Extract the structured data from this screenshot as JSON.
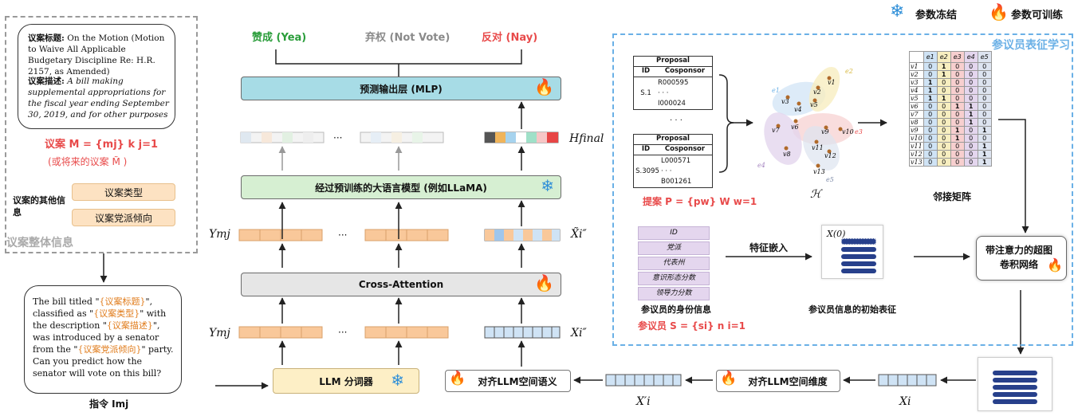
{
  "legend": {
    "frozen": "参数冻结",
    "trainable": "参数可训练"
  },
  "bill_panel": {
    "title_label": "议案标题:",
    "title_value": "On the Motion (Motion to Waive All Applicable Budgetary Discipline Re: H.R. 2157, as Amended)",
    "desc_label": "议案描述:",
    "desc_value": "A bill making supplemental appropriations for the fiscal year ending September 30, 2019, and for other purposes",
    "bill_set": "议案 M = {mj} k j=1",
    "future_bill": "(或将来的议案 M̃ )",
    "other_info": "议案的其他信息",
    "type_chip": "议案类型",
    "party_chip": "议案党派倾向",
    "caption": "议案整体信息"
  },
  "prompt": {
    "p1": "The bill titled \"",
    "ph1": "{议案标题}",
    "p2": "\", classified as \"",
    "ph2": "{议案类型}",
    "p3": "\" with the description \"",
    "ph3": "{议案描述}",
    "p4": "\", was introduced by a senator from the \"",
    "ph4": "{议案党派倾向}",
    "p5": "\" party. Can you predict how the senator will vote on this bill?",
    "caption": "指令 Imj"
  },
  "outputs": {
    "yea": "赞成 (Yea)",
    "notvote": "弃权 (Not Vote)",
    "nay": "反对 (Nay)"
  },
  "model": {
    "mlp": "预测输出层 (MLP)",
    "h_final": "Hfinal",
    "llm": "经过预训练的大语言模型 (例如LLaMA)",
    "cross_attention": "Cross-Attention",
    "y_mj_top": "Ymj",
    "y_mj_bottom": "Ymj",
    "x_tilde": "X̃i″",
    "x_dprime": "Xi″",
    "tokenizer": "LLM 分词器",
    "align_sem": "对齐LLM空间语义",
    "align_dim": "对齐LLM空间维度",
    "x_prime": "X′i",
    "x_i": "Xi",
    "x_out": "X",
    "dots": "···"
  },
  "legislator": {
    "title": "参议员表征学习",
    "proposal_table_1": {
      "header": "Proposal",
      "col_id": "ID",
      "col_cosponsor": "Cosponsor",
      "row_id": "S.1",
      "values": [
        "R000595",
        "· · ·",
        "I000024"
      ]
    },
    "proposal_table_2": {
      "header": "Proposal",
      "col_id": "ID",
      "col_cosponsor": "Cosponsor",
      "row_id": "S.3095",
      "values": [
        "L000571",
        "· · ·",
        "B001261"
      ]
    },
    "vdots": "· · ·",
    "proposals_label": "提案 P = {pw} W w=1",
    "hypergraph_label": "ℋ",
    "adjacency_label": "邻接矩阵",
    "adj_headers": [
      "e1",
      "e2",
      "e3",
      "e4",
      "e5"
    ],
    "adj_rows": [
      {
        "v": "v1",
        "vals": [
          "0",
          "1",
          "0",
          "0",
          "0"
        ]
      },
      {
        "v": "v2",
        "vals": [
          "0",
          "1",
          "0",
          "0",
          "0"
        ]
      },
      {
        "v": "v3",
        "vals": [
          "1",
          "0",
          "0",
          "0",
          "0"
        ]
      },
      {
        "v": "v4",
        "vals": [
          "1",
          "0",
          "0",
          "0",
          "0"
        ]
      },
      {
        "v": "v5",
        "vals": [
          "1",
          "1",
          "0",
          "0",
          "0"
        ]
      },
      {
        "v": "v6",
        "vals": [
          "0",
          "0",
          "1",
          "1",
          "0"
        ]
      },
      {
        "v": "v7",
        "vals": [
          "0",
          "0",
          "0",
          "1",
          "0"
        ]
      },
      {
        "v": "v8",
        "vals": [
          "0",
          "0",
          "0",
          "1",
          "0"
        ]
      },
      {
        "v": "v9",
        "vals": [
          "0",
          "0",
          "1",
          "0",
          "1"
        ]
      },
      {
        "v": "v10",
        "vals": [
          "0",
          "0",
          "1",
          "0",
          "0"
        ]
      },
      {
        "v": "v11",
        "vals": [
          "0",
          "0",
          "0",
          "0",
          "1"
        ]
      },
      {
        "v": "v12",
        "vals": [
          "0",
          "0",
          "0",
          "0",
          "1"
        ]
      },
      {
        "v": "v13",
        "vals": [
          "0",
          "0",
          "0",
          "0",
          "1"
        ]
      }
    ],
    "identity_items": [
      "ID",
      "党派",
      "代表州",
      "意识形态分数",
      "领导力分数"
    ],
    "identity_label": "参议员的身份信息",
    "senator_set": "参议员 S = {si} n i=1",
    "feature_embed": "特征嵌入",
    "init_repr": "参议员信息的初始表征",
    "x0": "X(0)",
    "hgcn": "带注意力的超图卷积网络"
  },
  "colors": {
    "accent_red": "#e84a4a",
    "accent_orange": "#e07b1a",
    "accent_green": "#2a9d3a",
    "blue_dash": "#6ab0e6"
  }
}
